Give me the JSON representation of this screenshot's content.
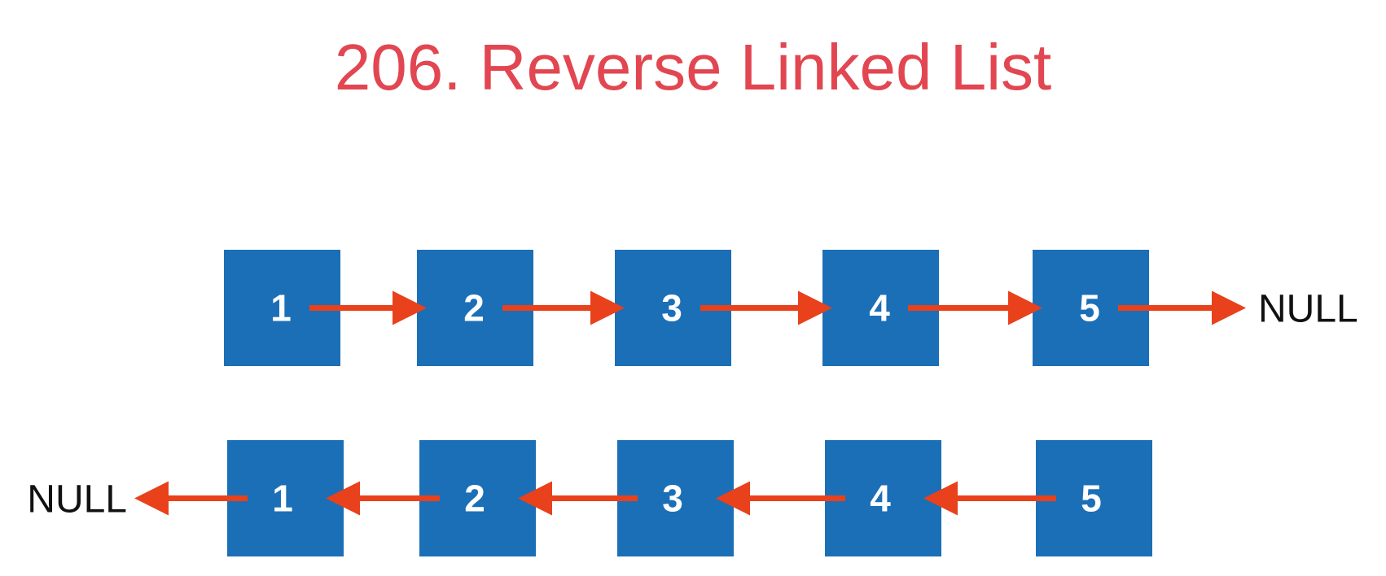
{
  "title": "206. Reverse Linked List",
  "colors": {
    "title": "#e24651",
    "node_fill": "#1b6fb7",
    "node_text": "#ffffff",
    "arrow": "#e8411c",
    "null_text": "#111111"
  },
  "lists": [
    {
      "direction": "forward",
      "nodes": [
        "1",
        "2",
        "3",
        "4",
        "5"
      ],
      "null_label": "NULL",
      "null_position": "right"
    },
    {
      "direction": "reversed",
      "nodes": [
        "1",
        "2",
        "3",
        "4",
        "5"
      ],
      "null_label": "NULL",
      "null_position": "left"
    }
  ]
}
